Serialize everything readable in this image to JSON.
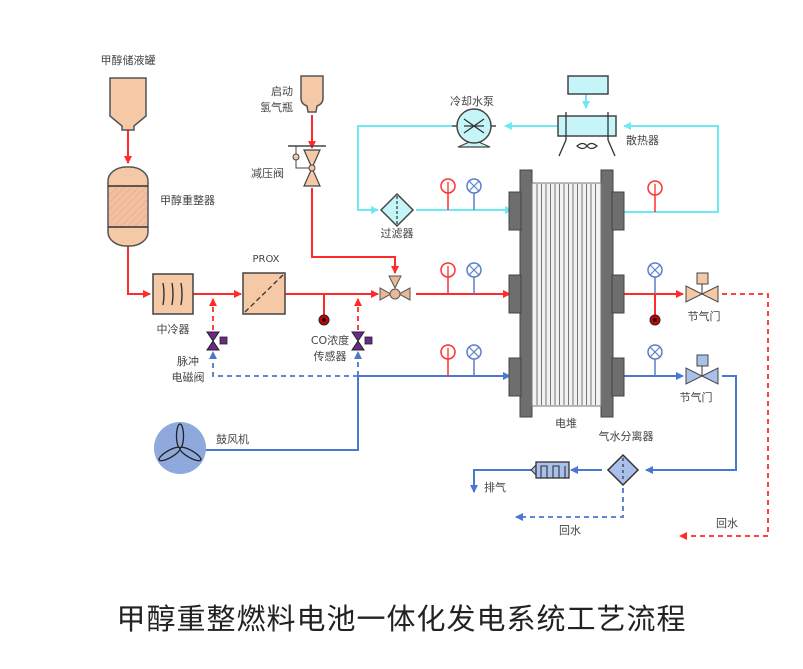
{
  "title": "甲醇重整燃料电池一体化发电系统工艺流程",
  "colors": {
    "hydrogen_line": "#ff2a2a",
    "coolant_line": "#6fe8f5",
    "air_line": "#4a78d0",
    "equipment_fill": "#f5c8a6",
    "coolant_fill": "#c5f5f8",
    "air_fill": "#a8c0ea",
    "stack_gray": "#6e6e6e",
    "solenoid_purple": "#6a2a8a",
    "label_gray": "#444444"
  },
  "labels": {
    "methanol_tank": "甲醇储液罐",
    "reformer": "甲醇重整器",
    "startup_h2_line1": "启动",
    "startup_h2_line2": "氢气瓶",
    "pressure_reducer": "减压阀",
    "coolant_pump": "冷却水泵",
    "radiator": "散热器",
    "filter": "过滤器",
    "prox": "PROX",
    "intercooler": "中冷器",
    "co_sensor_line1": "CO浓度",
    "co_sensor_line2": "传感器",
    "pulse_valve_line1": "脉冲",
    "pulse_valve_line2": "电磁阀",
    "stack": "电堆",
    "throttle_h2": "节气门",
    "throttle_air": "节气门",
    "separator": "气水分离器",
    "blower": "鼓风机",
    "exhaust": "排气",
    "return_water_1": "回水",
    "return_water_2": "回水"
  },
  "instruments": {
    "pressure_gauge_icon": "pressure-gauge-icon",
    "flow_meter_icon": "flow-meter-icon"
  }
}
